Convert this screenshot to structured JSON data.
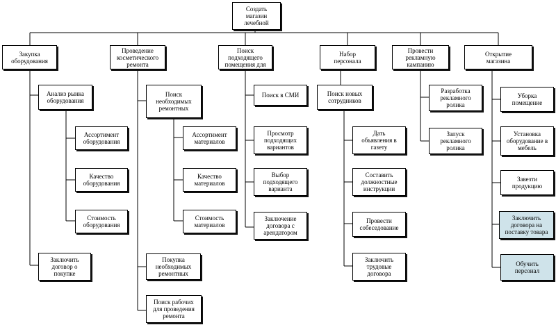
{
  "root": {
    "label": "Создать\nмагазин\nлечебной"
  },
  "branches": [
    {
      "label": "Закупка\nоборудования",
      "children": [
        {
          "label": "Анализ рынка\nоборудования",
          "children": [
            {
              "label": "Ассортимент\nоборудования"
            },
            {
              "label": "Качество\nоборудования"
            },
            {
              "label": "Стоимость\nоборудования"
            }
          ]
        },
        {
          "label": "Заключить\nдоговор о\nпокупке"
        }
      ]
    },
    {
      "label": "Проведение\nкосметического\nремонта",
      "children": [
        {
          "label": "Поиск\nнеобходимых\nремонтных",
          "children": [
            {
              "label": "Ассортимент\nматериалов"
            },
            {
              "label": "Качество\nматериалов"
            },
            {
              "label": "Стоимость\nматериалов"
            }
          ]
        },
        {
          "label": "Покупка\nнеобходимых\nремонтных"
        },
        {
          "label": "Поиск рабочих\nдля проведения\nремонта"
        }
      ]
    },
    {
      "label": "Поиск\nподходящего\nпомещения для",
      "children": [
        {
          "label": "Поиск в СМИ"
        },
        {
          "label": "Просмотр\nподходящих\nвариантов"
        },
        {
          "label": "Выбор\nподходящего\nварианта"
        },
        {
          "label": "Заключение\nдоговора с\nарендатором"
        }
      ]
    },
    {
      "label": "Набор\nперсонала",
      "children": [
        {
          "label": "Поиск новых\nсотрудников",
          "children": [
            {
              "label": "Дать\nобъявления в\nгазету"
            },
            {
              "label": "Составить\nдолжностные\nинструкции"
            },
            {
              "label": "Провести\nсобеседование"
            },
            {
              "label": "Заключить\nтрудовые\nдоговора"
            }
          ]
        }
      ]
    },
    {
      "label": "Провести\nрекламную\nкампанию",
      "children": [
        {
          "label": "Разработка\nрекламного\nролика"
        },
        {
          "label": "Запуск\nрекламного\nролика"
        }
      ]
    },
    {
      "label": "Открытие\nмагазина",
      "children": [
        {
          "label": "Уборка\nпомещение"
        },
        {
          "label": "Установка\nоборудование в\nмебель"
        },
        {
          "label": "Завезти\nпродукцию"
        },
        {
          "label": "Заключить\nдоговора на\nпоставку товара"
        },
        {
          "label": "Обучить\nперсонал"
        }
      ]
    }
  ],
  "colors": {
    "highlight": "#cfe3ea",
    "border": "#000000",
    "background": "#ffffff"
  }
}
